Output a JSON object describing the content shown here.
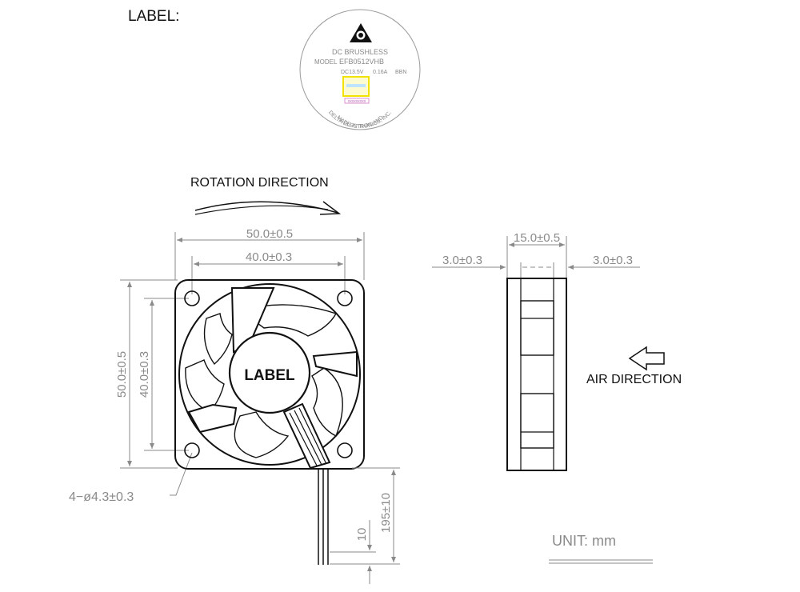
{
  "header": {
    "label_title": "LABEL:"
  },
  "label_sticker": {
    "line1": "DC BRUSHLESS",
    "model_prefix": "MODEL",
    "model": "EFB0512VHB",
    "rating_voltage": "DC13.5V",
    "rating_current": "0.16A",
    "rating_code": "BBN",
    "barcode": "xxxxxxxxx",
    "arc_text_1": "DELTA ELECTRONICS, INC.",
    "arc_text_2": "MADE IN THAILAND"
  },
  "front_view": {
    "rotation_label": "ROTATION DIRECTION",
    "hub_label": "LABEL",
    "dim_width_outer": "50.0±0.5",
    "dim_width_inner": "40.0±0.3",
    "dim_height_outer": "50.0±0.5",
    "dim_height_inner": "40.0±0.3",
    "dim_holes": "4−ø4.3±0.3",
    "dim_lead_length": "195±10",
    "dim_lead_strip": "10"
  },
  "side_view": {
    "dim_thickness": "15.0±0.5",
    "dim_left_flange": "3.0±0.3",
    "dim_right_flange": "3.0±0.3",
    "air_label": "AIR DIRECTION"
  },
  "unit_label": "UNIT:  mm",
  "colors": {
    "line": "#111111",
    "dimension": "#8a8a8a",
    "label_yellow": "#f2e200",
    "label_pink": "#d98fd0"
  }
}
